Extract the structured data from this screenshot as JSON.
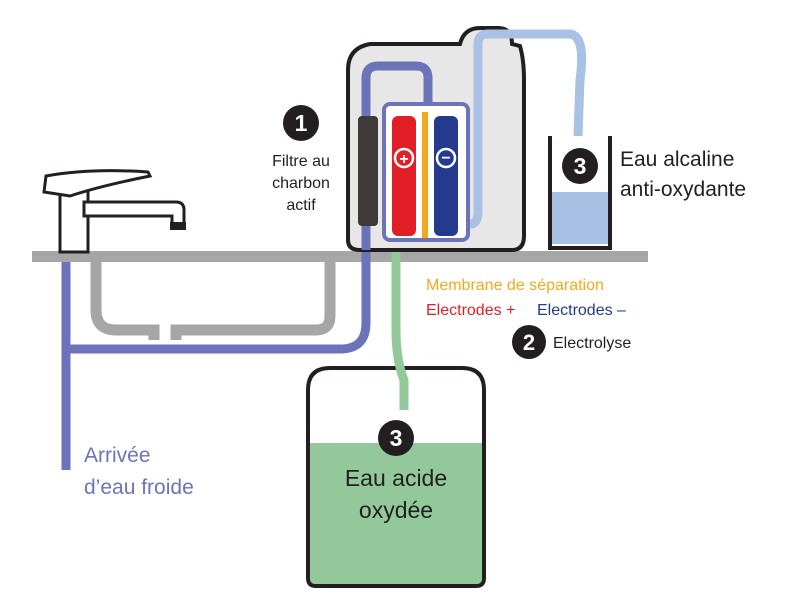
{
  "steps": {
    "one": "1",
    "two": "2",
    "three_left": "3",
    "three_right": "3"
  },
  "labels": {
    "filter_line1": "Filtre au",
    "filter_line2": "charbon",
    "filter_line3": "actif",
    "alkaline_line1": "Eau alcaline",
    "alkaline_line2": "anti-oxydante",
    "membrane": "Membrane de séparation",
    "electrodes_pos": "Electrodes +",
    "electrodes_neg": "Electrodes –",
    "electrolyse": "Electrolyse",
    "inlet_line1": "Arrivée",
    "inlet_line2": "d’eau froide",
    "acid_line1": "Eau acide",
    "acid_line2": "oxydée",
    "plus_sign": "+",
    "minus_sign": "−"
  },
  "colors": {
    "cold_water_pipe": "#6b74b8",
    "alkaline_pipe": "#a9c1e4",
    "acid_pipe": "#93c99a",
    "drain_pipe": "#a6a6a6",
    "device_body": "#e7e7e7",
    "outline": "#231f20",
    "positive_electrode": "#e21f26",
    "negative_electrode": "#243a8e",
    "membrane": "#f5a81c",
    "acid_water": "#93c99a",
    "alkaline_water": "#a9c1e4",
    "filter": "#3f3a3a"
  }
}
